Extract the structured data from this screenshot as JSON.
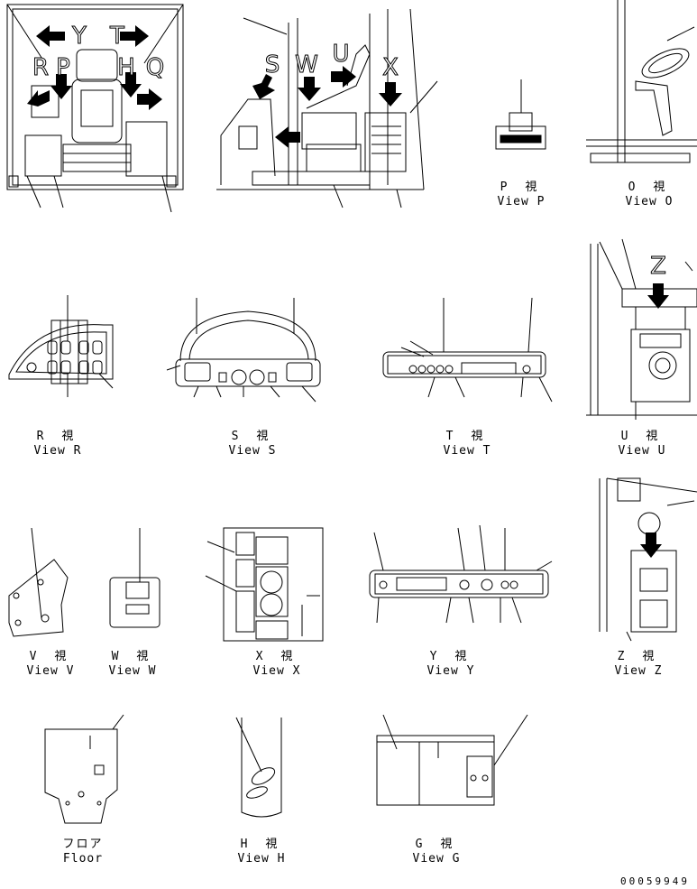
{
  "top_left_letters": [
    "Y",
    "T",
    "R",
    "P",
    "H",
    "Q"
  ],
  "top_mid_letters": [
    "S",
    "W",
    "U",
    "X"
  ],
  "view_u_letter": "Z",
  "views": [
    {
      "key": "P",
      "jp": "P 視",
      "en": "View P"
    },
    {
      "key": "O",
      "jp": "O 視",
      "en": "View O"
    },
    {
      "key": "R",
      "jp": "R 視",
      "en": "View R"
    },
    {
      "key": "S",
      "jp": "S 視",
      "en": "View S"
    },
    {
      "key": "T",
      "jp": "T 視",
      "en": "View T"
    },
    {
      "key": "U",
      "jp": "U 視",
      "en": "View U"
    },
    {
      "key": "V",
      "jp": "V 視",
      "en": "View V"
    },
    {
      "key": "W",
      "jp": "W 視",
      "en": "View W"
    },
    {
      "key": "X",
      "jp": "X 視",
      "en": "View X"
    },
    {
      "key": "Y",
      "jp": "Y 視",
      "en": "View Y"
    },
    {
      "key": "Z",
      "jp": "Z 視",
      "en": "View Z"
    },
    {
      "key": "Floor",
      "jp": "フロア",
      "en": "Floor"
    },
    {
      "key": "H",
      "jp": "H 視",
      "en": "View H"
    },
    {
      "key": "G",
      "jp": "G 視",
      "en": "View G"
    }
  ],
  "document_number": "00059949"
}
